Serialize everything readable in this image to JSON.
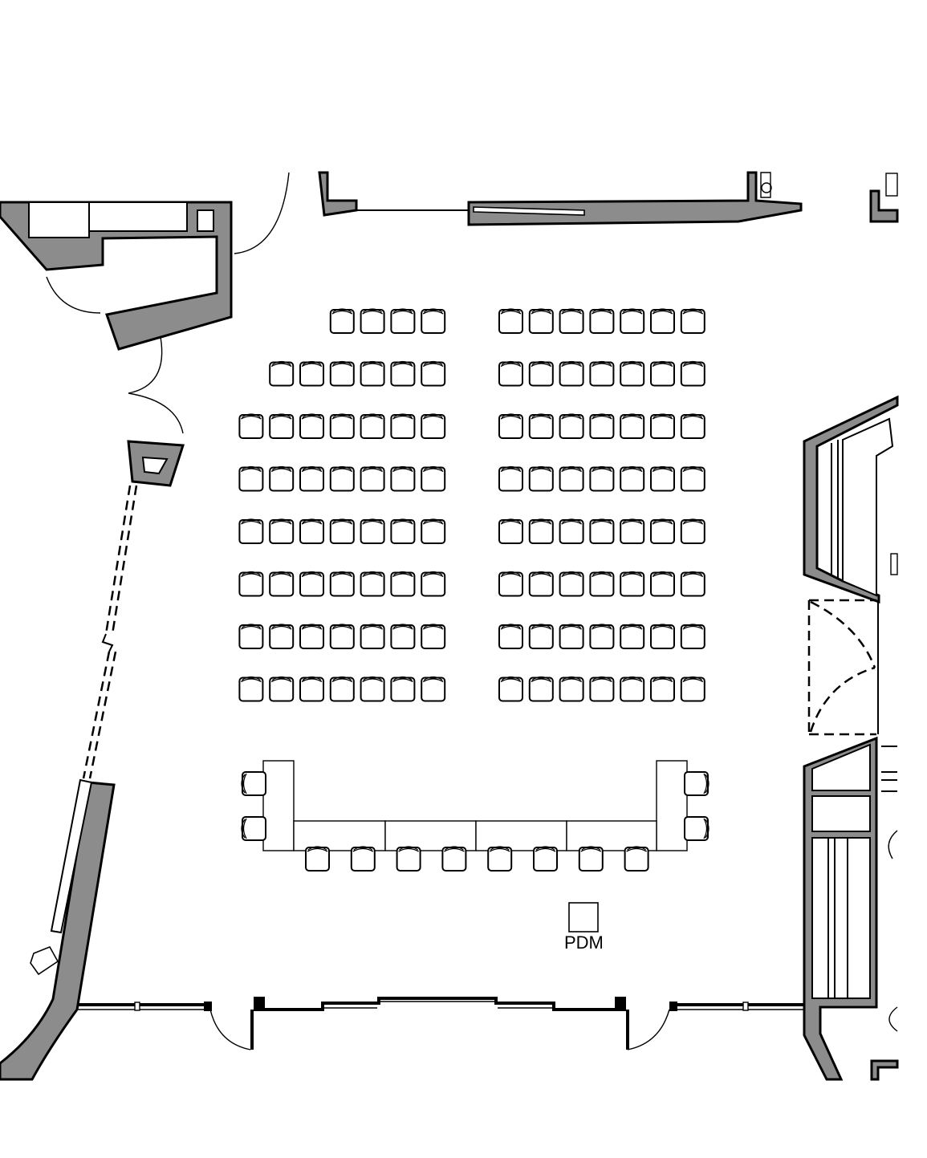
{
  "podium": {
    "label": "PDM"
  },
  "seating": {
    "rows": [
      {
        "left_count": 4,
        "right_count": 7
      },
      {
        "left_count": 6,
        "right_count": 7
      },
      {
        "left_count": 7,
        "right_count": 7
      },
      {
        "left_count": 7,
        "right_count": 7
      },
      {
        "left_count": 7,
        "right_count": 7
      },
      {
        "left_count": 7,
        "right_count": 7
      },
      {
        "left_count": 7,
        "right_count": 7
      },
      {
        "left_count": 7,
        "right_count": 7
      }
    ]
  },
  "u_table": {
    "front_chairs": 8,
    "left_side_chairs": 2,
    "right_side_chairs": 2
  },
  "colors": {
    "wall_fill": "#8c8c8c",
    "line": "#000000",
    "background": "#ffffff"
  }
}
